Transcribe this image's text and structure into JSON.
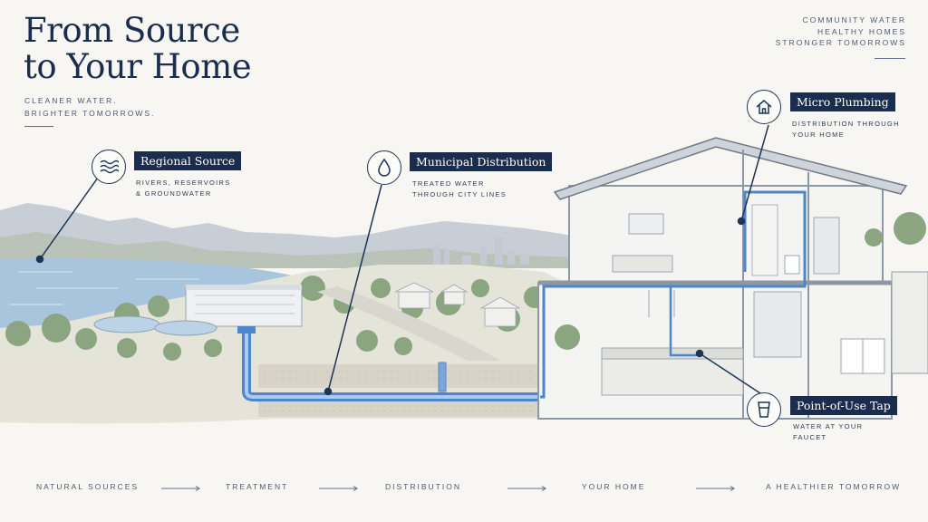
{
  "header": {
    "title_line1": "From Source",
    "title_line2": "to Your Home",
    "subtitle_line1": "CLEANER WATER.",
    "subtitle_line2": "BRIGHTER TOMORROWS."
  },
  "tagline": {
    "line1": "COMMUNITY WATER",
    "line2": "HEALTHY HOMES",
    "line3": "STRONGER TOMORROWS"
  },
  "callouts": [
    {
      "icon": "waves-icon",
      "label": "Regional Source",
      "desc_line1": "RIVERS, RESERVOIRS",
      "desc_line2": "& GROUNDWATER"
    },
    {
      "icon": "water-drop-icon",
      "label": "Municipal Distribution",
      "desc_line1": "TREATED WATER",
      "desc_line2": "THROUGH CITY LINES"
    },
    {
      "icon": "house-icon",
      "label": "Micro Plumbing",
      "desc_line1": "DISTRIBUTION THROUGH",
      "desc_line2": "YOUR HOME"
    },
    {
      "icon": "water-glass-icon",
      "label": "Point-of-Use Tap",
      "desc_line1": "WATER AT YOUR",
      "desc_line2": "FAUCET"
    }
  ],
  "flow": {
    "steps": [
      "NATURAL SOURCES",
      "TREATMENT",
      "DISTRIBUTION",
      "YOUR HOME",
      "A HEALTHIER TOMORROW"
    ]
  },
  "colors": {
    "navy": "#1b2d4f",
    "water_blue": "#5a8fd0",
    "sky": "#f7f6f2",
    "ground": "#d9d4ca"
  }
}
